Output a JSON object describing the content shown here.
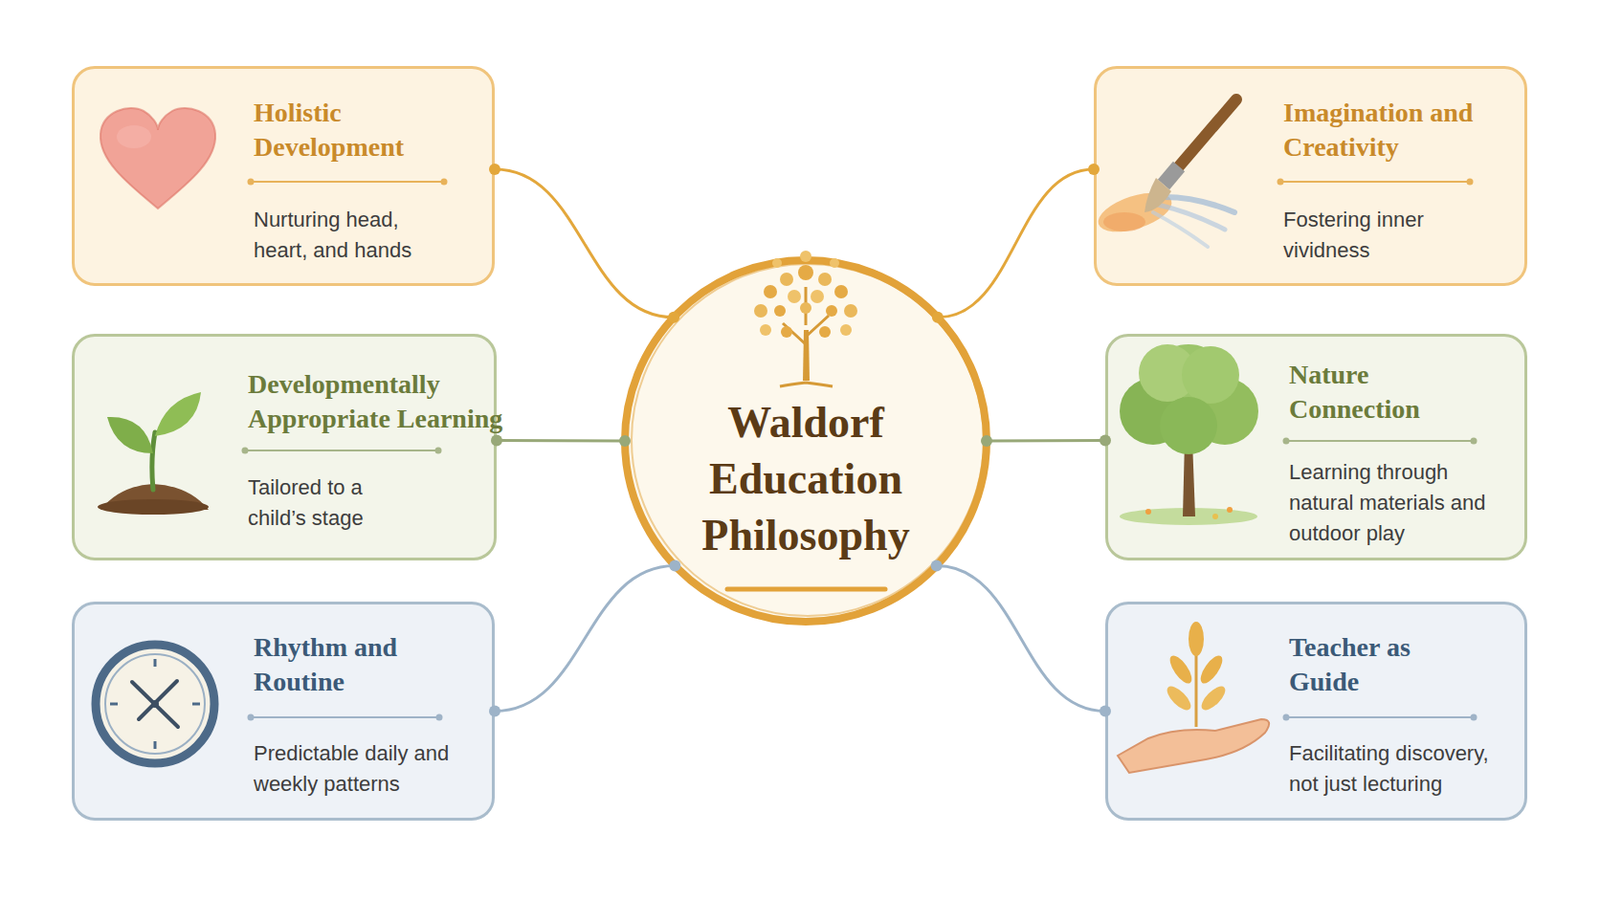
{
  "diagram": {
    "nodes": [
      {
        "text": [
          "Waldorf Education Philosophy"
        ]
      },
      {
        "text": [
          "Holistic Development",
          "Nurturing head, heart, and hands"
        ]
      },
      {
        "text": [
          "Imagination and Creativity",
          "Fostering inner vividness"
        ]
      },
      {
        "text": [
          "Developmentally Appropriate Learning",
          "Tailored to a child’s stage"
        ]
      },
      {
        "text": [
          "Nature Connection",
          "Learning through natural materials and outdoor play"
        ]
      },
      {
        "text": [
          "Rhythm and Routine",
          "Predictable daily and weekly patterns"
        ]
      },
      {
        "text": [
          "Teacher as Guide",
          "Facilitating discovery, not just lecturing"
        ]
      }
    ],
    "edges": [
      {
        "from": 0,
        "to": 1,
        "arrow": "none"
      },
      {
        "from": 0,
        "to": 2,
        "arrow": "none"
      },
      {
        "from": 0,
        "to": 3,
        "arrow": "none"
      },
      {
        "from": 0,
        "to": 4,
        "arrow": "none"
      },
      {
        "from": 0,
        "to": 5,
        "arrow": "none"
      },
      {
        "from": 0,
        "to": 6,
        "arrow": "none"
      }
    ]
  }
}
